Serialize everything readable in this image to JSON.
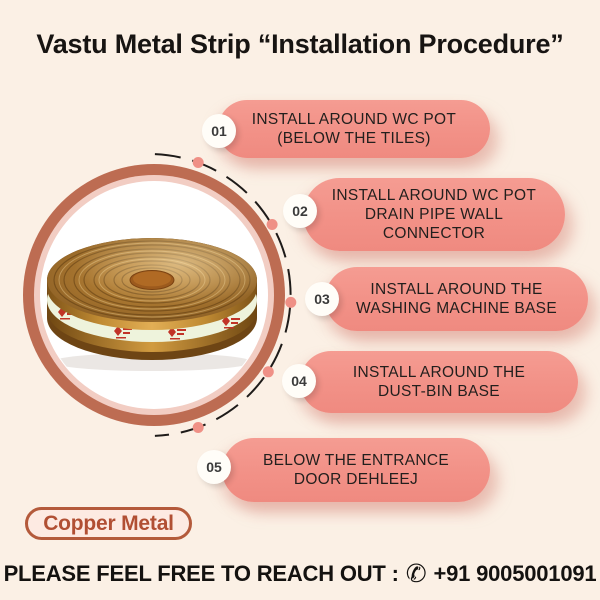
{
  "title": "Vastu Metal Strip “Installation Procedure”",
  "steps": [
    {
      "number": "01",
      "lines": [
        "INSTALL AROUND WC POT",
        "(BELOW THE TILES)"
      ]
    },
    {
      "number": "02",
      "lines": [
        "INSTALL AROUND WC POT",
        "DRAIN PIPE WALL",
        "CONNECTOR"
      ]
    },
    {
      "number": "03",
      "lines": [
        "INSTALL AROUND THE",
        "WASHING MACHINE BASE"
      ]
    },
    {
      "number": "04",
      "lines": [
        "INSTALL AROUND THE",
        "DUST-BIN BASE"
      ]
    },
    {
      "number": "05",
      "lines": [
        "BELOW THE ENTRANCE",
        "DOOR DEHLEEJ"
      ]
    }
  ],
  "product": {
    "image": "copper-metal-strip-roll"
  },
  "badge": {
    "label": "Copper Metal"
  },
  "contact": {
    "label": "PLEASE FEEL FREE TO REACH OUT :",
    "phone_icon": "✆",
    "phone": "+91 9005001091"
  },
  "colors": {
    "background": "#fbf0e5",
    "pill": "#f29187",
    "ring": "#bd6c52",
    "ring_inner": "#f2cdc3",
    "connector_dot": "#ef9086",
    "badge_accent": "#b14f33",
    "text": "#171412"
  }
}
